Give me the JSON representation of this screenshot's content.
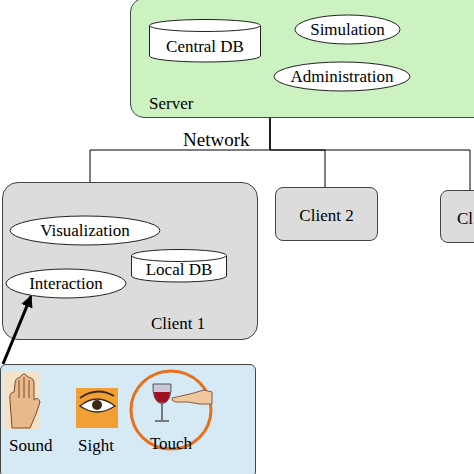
{
  "diagram": {
    "nodes": [
      {
        "text": [
          "Server"
        ]
      },
      {
        "text": [
          "Central DB"
        ],
        "in": 0
      },
      {
        "text": [
          "Simulation"
        ],
        "in": 0
      },
      {
        "text": [
          "Administration"
        ],
        "in": 0
      },
      {
        "text": [
          "Client 1"
        ]
      },
      {
        "text": [
          "Visualization"
        ],
        "in": 4
      },
      {
        "text": [
          "Interaction"
        ],
        "in": 4
      },
      {
        "text": [
          "Local DB"
        ],
        "in": 4
      },
      {
        "text": [
          "Client 2"
        ]
      },
      {
        "text": [
          "Cl"
        ]
      },
      {
        "text": [
          "Sound",
          "Sight"
        ]
      },
      {
        "text": [
          "Touch"
        ],
        "in": 10
      }
    ],
    "edges": [
      {
        "from": 0,
        "to": 4,
        "arrow": "none"
      },
      {
        "from": 0,
        "to": 8,
        "arrow": "none"
      },
      {
        "from": 0,
        "to": 9,
        "arrow": "none"
      },
      {
        "from": 10,
        "to": 6,
        "arrow": "to"
      }
    ],
    "labels": [
      "Network"
    ]
  }
}
